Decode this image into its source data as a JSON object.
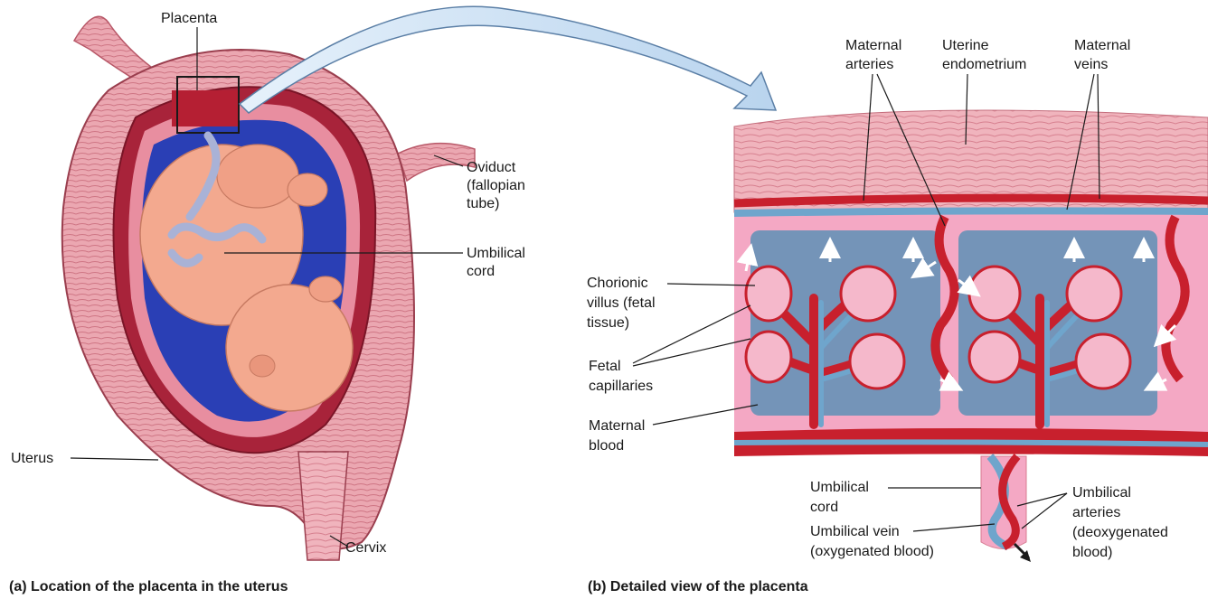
{
  "panel_a": {
    "caption": "(a) Location of the placenta in the uterus",
    "labels": {
      "placenta": "Placenta",
      "oviduct": [
        "Oviduct",
        "(fallopian",
        "tube)"
      ],
      "umbilical_cord": [
        "Umbilical",
        "cord"
      ],
      "uterus": "Uterus",
      "cervix": "Cervix"
    }
  },
  "panel_b": {
    "caption": "(b) Detailed view of the placenta",
    "labels": {
      "maternal_arteries": [
        "Maternal",
        "arteries"
      ],
      "uterine_endometrium": [
        "Uterine",
        "endometrium"
      ],
      "maternal_veins": [
        "Maternal",
        "veins"
      ],
      "chorionic_villus": [
        "Chorionic",
        "villus (fetal",
        "tissue)"
      ],
      "fetal_capillaries": [
        "Fetal",
        "capillaries"
      ],
      "maternal_blood": [
        "Maternal",
        "blood"
      ],
      "umbilical_cord": [
        "Umbilical",
        "cord"
      ],
      "umbilical_arteries": [
        "Umbilical",
        "arteries",
        "(deoxygenated",
        "blood)"
      ],
      "umbilical_vein": [
        "Umbilical vein",
        "(oxygenated blood)"
      ]
    }
  },
  "colors": {
    "muscle": "#e9a3ad",
    "muscle_dark": "#c7606e",
    "blood_red": "#c8202d",
    "vein_blue": "#6fa5cc",
    "fetus": "#f3a98f",
    "amnion_blue": "#2a3fb5",
    "arrow_fill": "#cfe3f5"
  }
}
